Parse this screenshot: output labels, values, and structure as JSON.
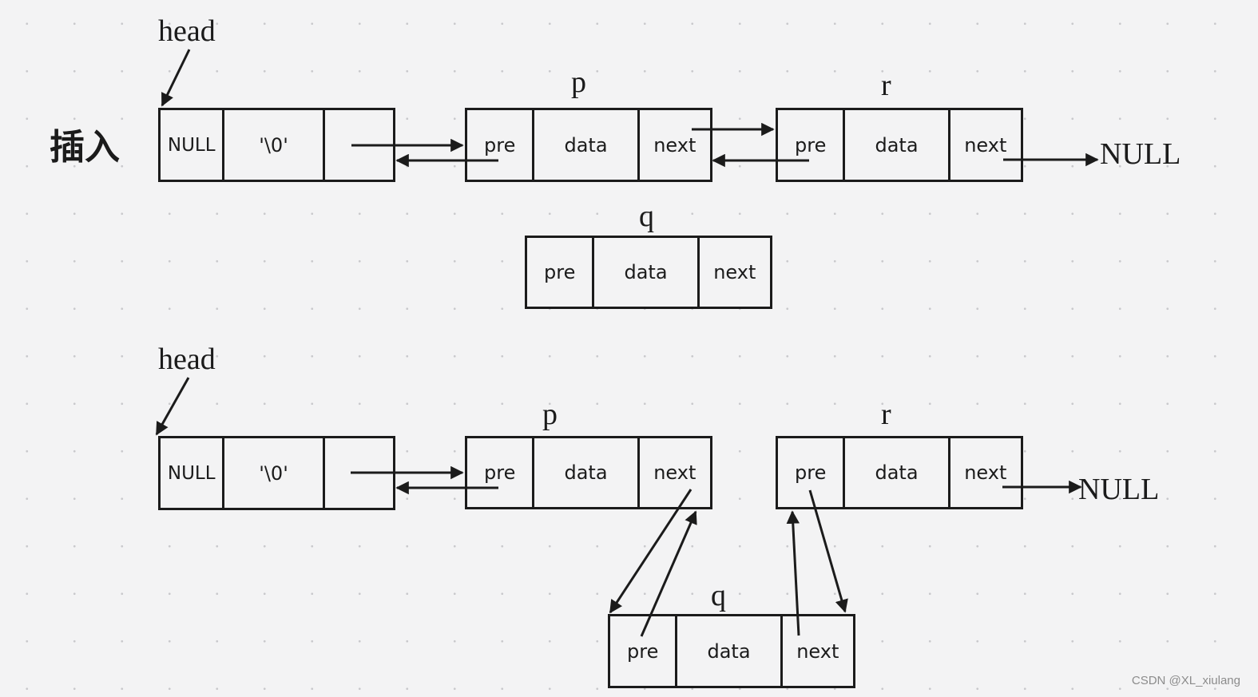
{
  "title": "插入",
  "watermark": "CSDN @XL_xiulang",
  "labels": {
    "head": "head",
    "p": "p",
    "q": "q",
    "r": "r",
    "null": "NULL"
  },
  "fields": {
    "pre": "pre",
    "data": "data",
    "next": "next",
    "head_null": "NULL",
    "head_data": "'\\0'"
  },
  "colors": {
    "stroke": "#1b1b1b",
    "background": "#f3f3f4"
  }
}
